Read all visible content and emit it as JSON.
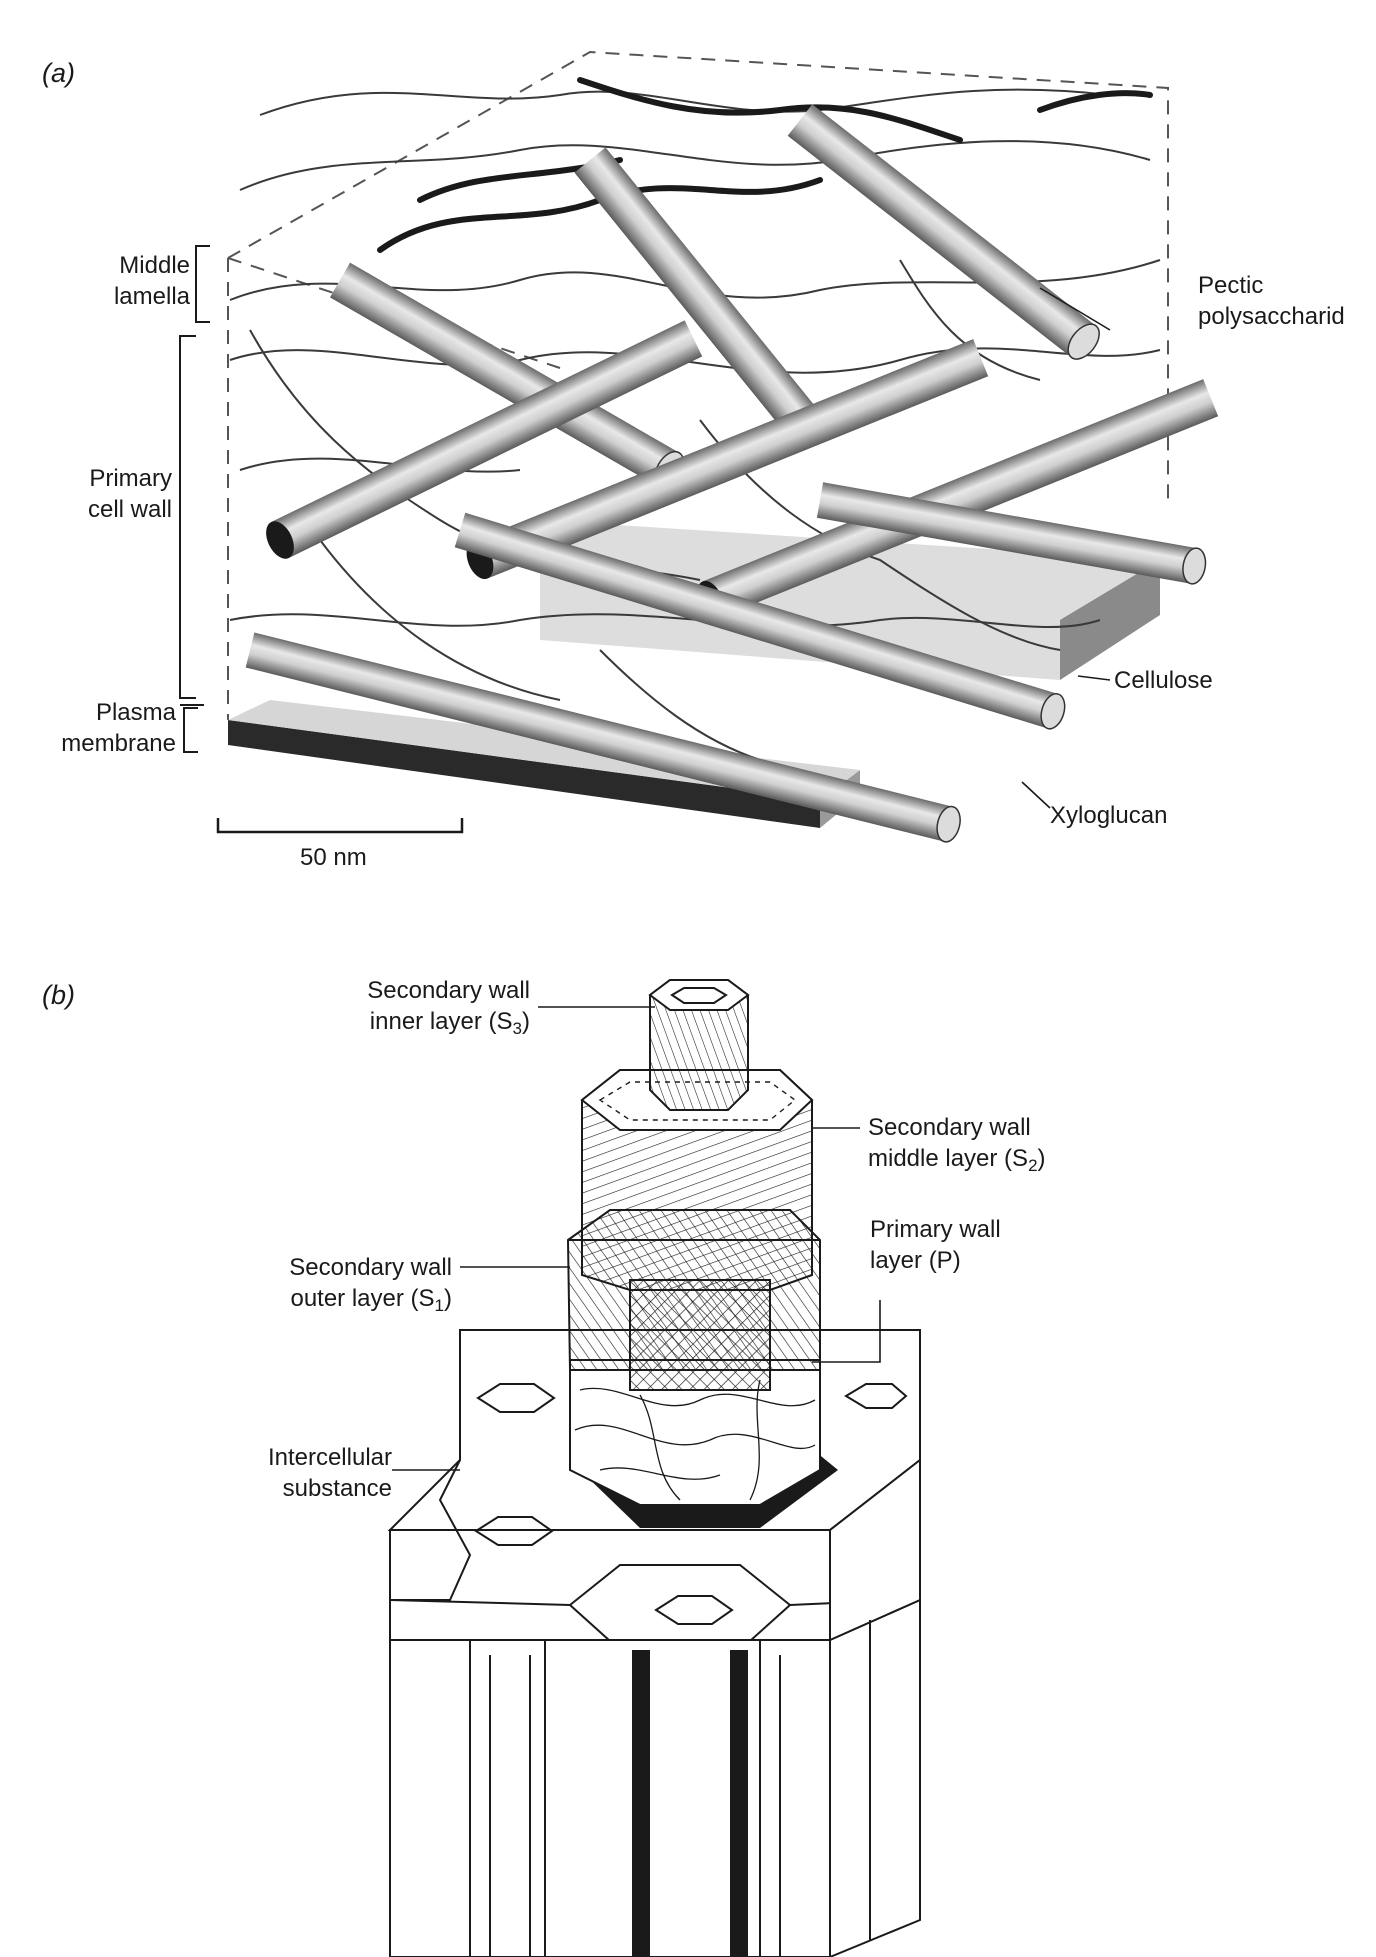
{
  "panel_a": {
    "label": "a",
    "labels": {
      "middle_lamella": [
        "Middle",
        "lamella"
      ],
      "primary_cell_wall": [
        "Primary",
        "cell wall"
      ],
      "plasma_membrane": [
        "Plasma",
        "membrane"
      ],
      "pectic_polysaccharide": [
        "Pectic",
        "polysaccharid"
      ],
      "cellulose": "Cellulose",
      "xyloglucan": "Xyloglucan"
    },
    "scale_bar": "50 nm"
  },
  "panel_b": {
    "label": "b",
    "labels": {
      "s3": {
        "line1": "Secondary wall",
        "line2": "inner layer (S",
        "sub": "3",
        "end": ")"
      },
      "s2": {
        "line1": "Secondary wall",
        "line2": "middle layer (S",
        "sub": "2",
        "end": ")"
      },
      "s1": {
        "line1": "Secondary wall",
        "line2": "outer layer (S",
        "sub": "1",
        "end": ")"
      },
      "primary": {
        "line1": "Primary wall",
        "line2": "layer (P)"
      },
      "intercellular": [
        "Intercellular",
        "substance"
      ]
    }
  },
  "colors": {
    "ink": "#1a1a1a",
    "fibre": "#888888",
    "shade": "#bfbfbf"
  }
}
